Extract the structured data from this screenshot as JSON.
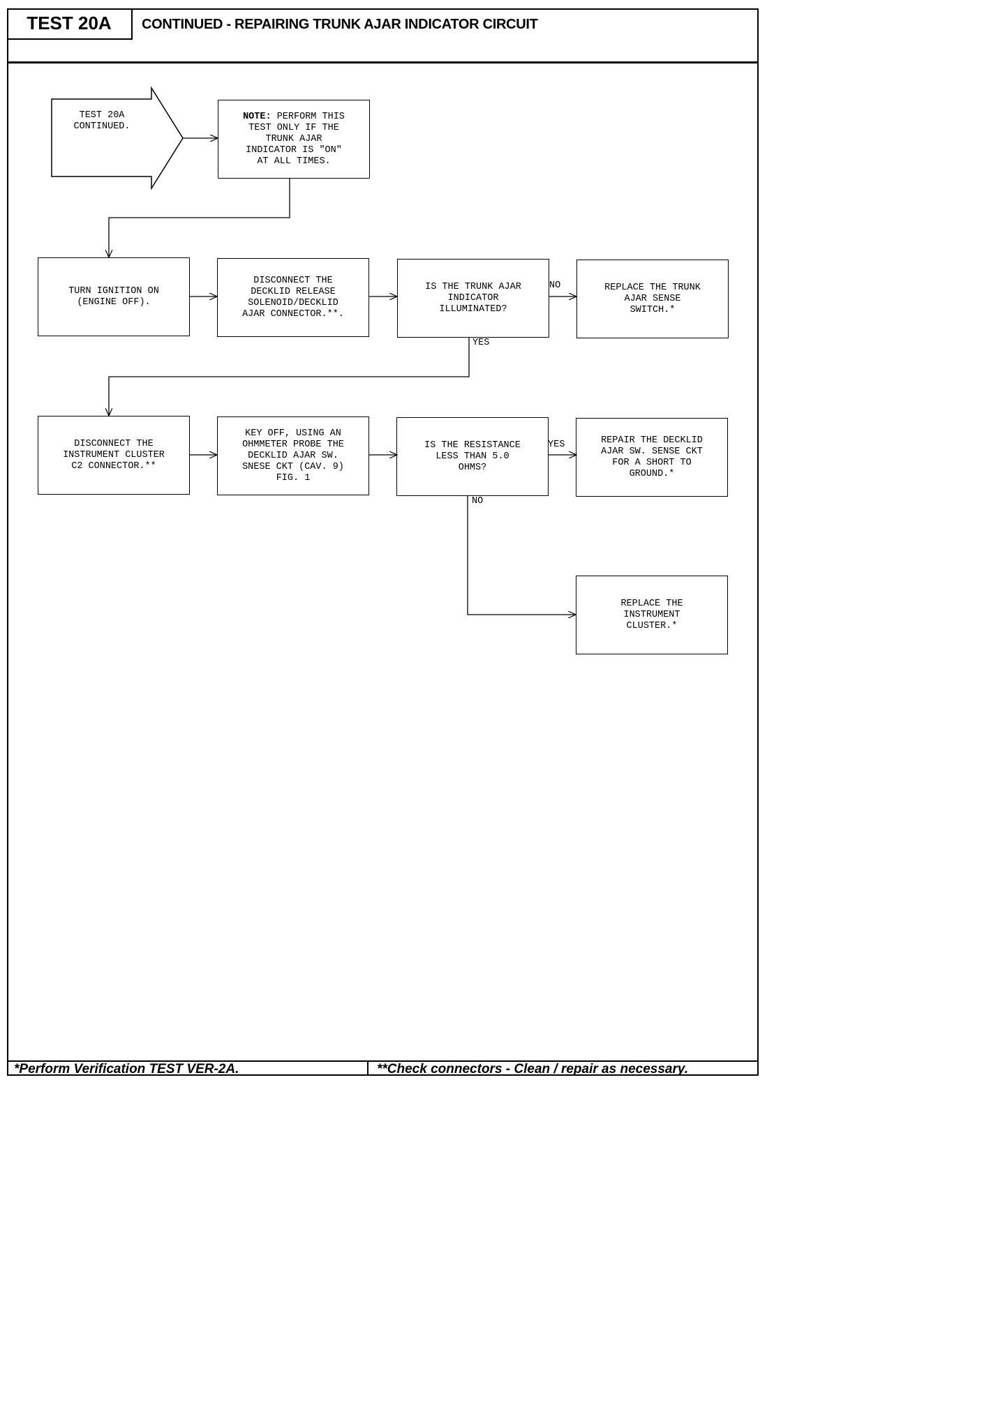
{
  "header": {
    "test_id": "TEST 20A",
    "title": "CONTINUED - REPAIRING TRUNK AJAR INDICATOR CIRCUIT"
  },
  "start": "TEST 20A\nCONTINUED.",
  "note_box": {
    "prefix": "NOTE:",
    "text": " PERFORM THIS\nTEST ONLY IF THE\nTRUNK AJAR\nINDICATOR IS \"ON\"\nAT ALL TIMES."
  },
  "boxes": {
    "ignition": "TURN IGNITION ON\n(ENGINE OFF).",
    "disconnect_decklid": "DISCONNECT THE\nDECKLID RELEASE\nSOLENOID/DECKLID\nAJAR CONNECTOR.**.",
    "illuminated_q": "IS THE TRUNK AJAR\nINDICATOR\nILLUMINATED?",
    "replace_switch": "REPLACE THE TRUNK\nAJAR SENSE\nSWITCH.*",
    "disconnect_cluster": "DISCONNECT THE\nINSTRUMENT CLUSTER\nC2 CONNECTOR.**",
    "key_off": "KEY OFF, USING AN\nOHMMETER PROBE THE\nDECKLID AJAR SW.\nSNESE CKT (CAV. 9)\nFIG. 1",
    "resistance_q": "IS THE RESISTANCE\nLESS THAN 5.0\nOHMS?",
    "repair_short": "REPAIR THE DECKLID\nAJAR SW. SENSE CKT\nFOR A SHORT TO\nGROUND.*",
    "replace_cluster": "REPLACE THE\nINSTRUMENT\nCLUSTER.*"
  },
  "labels": {
    "no1": "NO",
    "yes1": "YES",
    "yes2": "YES",
    "no2": "NO"
  },
  "footer": {
    "left": "*Perform Verification TEST VER-2A.",
    "right": "**Check connectors - Clean / repair as necessary."
  }
}
